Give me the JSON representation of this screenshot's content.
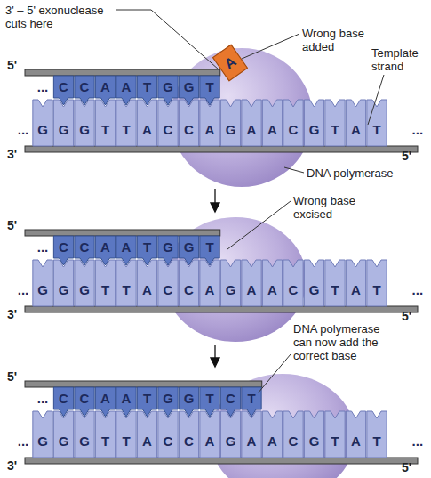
{
  "diagram": {
    "nodes": [
      {
        "text": [
          "...",
          "C",
          "C",
          "A",
          "A",
          "T",
          "G",
          "G",
          "T"
        ]
      },
      {
        "text": [
          "A"
        ]
      },
      {
        "text": [
          "...",
          "G",
          "G",
          "G",
          "T",
          "T",
          "A",
          "C",
          "C",
          "A",
          "G",
          "A",
          "A",
          "C",
          "G",
          "T",
          "A",
          "T",
          "..."
        ]
      },
      {
        "text": [
          "...",
          "C",
          "C",
          "A",
          "A",
          "T",
          "G",
          "G",
          "T"
        ]
      },
      {
        "text": [
          "...",
          "G",
          "G",
          "G",
          "T",
          "T",
          "A",
          "C",
          "C",
          "A",
          "G",
          "A",
          "A",
          "C",
          "G",
          "T",
          "A",
          "T",
          "..."
        ]
      },
      {
        "text": [
          "...",
          "C",
          "C",
          "A",
          "A",
          "T",
          "G",
          "G",
          "T",
          "C",
          "T"
        ]
      },
      {
        "text": [
          "...",
          "G",
          "G",
          "G",
          "T",
          "T",
          "A",
          "C",
          "C",
          "A",
          "G",
          "A",
          "A",
          "C",
          "G",
          "T",
          "A",
          "T",
          "..."
        ]
      }
    ],
    "labels": [
      "3' – 5' exonuclease cuts here",
      "Wrong base added",
      "Template strand",
      "5'",
      "3'",
      "5'",
      "DNA polymerase",
      "5'",
      "3'",
      "5'",
      "Wrong base excised",
      "5'",
      "3'",
      "5'",
      "DNA polymerase can now add the correct base"
    ]
  }
}
